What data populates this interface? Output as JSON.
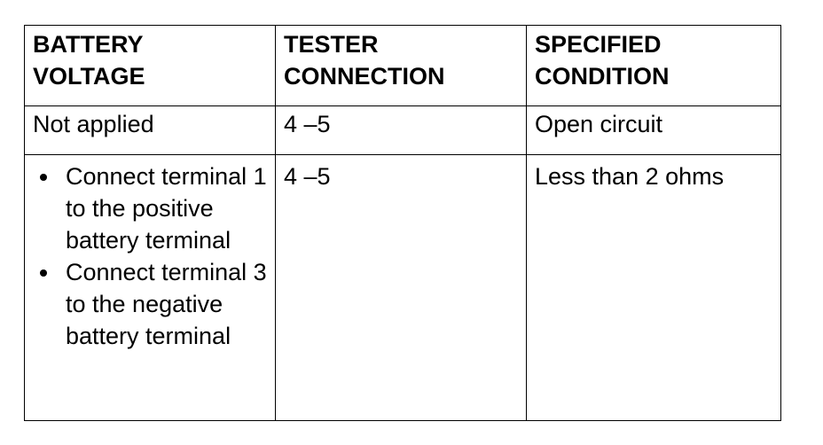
{
  "table": {
    "headers": [
      [
        "BATTERY",
        "VOLTAGE"
      ],
      [
        "TESTER",
        "CONNECTION"
      ],
      [
        "SPECIFIED",
        "CONDITION"
      ]
    ],
    "rows": [
      {
        "battery_voltage": "Not applied",
        "tester_connection": "4 –5",
        "specified_condition": "Open circuit"
      },
      {
        "battery_voltage_steps": [
          "Connect terminal 1 to the positive battery terminal",
          "Connect terminal 3 to the negative battery terminal"
        ],
        "tester_connection": "4 –5",
        "specified_condition": "Less than 2 ohms"
      }
    ]
  }
}
